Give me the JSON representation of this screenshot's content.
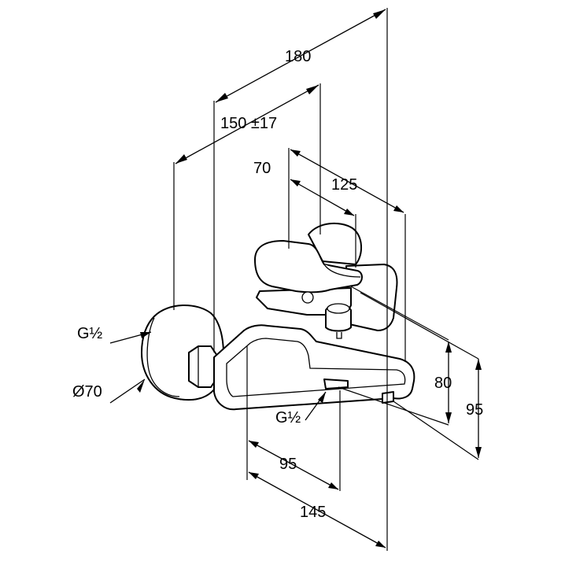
{
  "drawing": {
    "dimensions": {
      "overall_width": "180",
      "center_distance": "150 ±17",
      "body_depth": "70",
      "spout_depth": "125",
      "height_inner": "80",
      "height_outer": "95",
      "spout_projection_a": "95",
      "spout_projection_b": "145"
    },
    "callouts": {
      "thread_left": "G½",
      "thread_bottom": "G½",
      "rosette_diameter": "Ø70"
    }
  }
}
